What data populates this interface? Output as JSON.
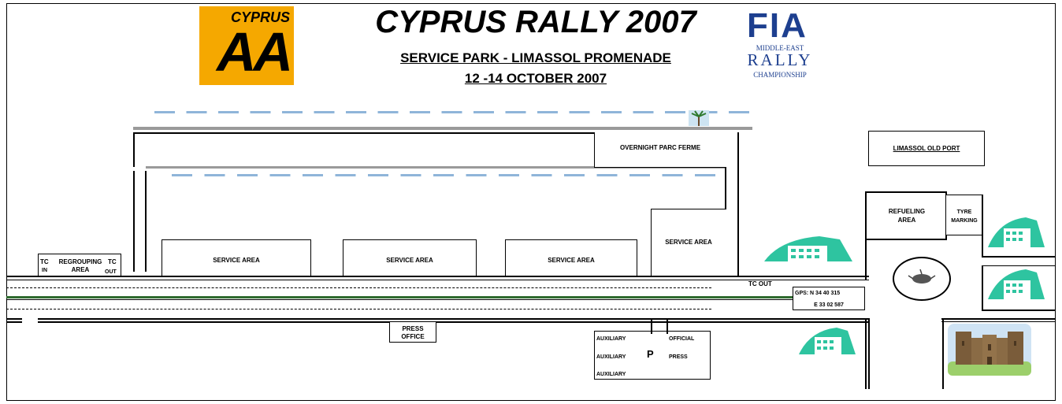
{
  "header": {
    "title": "CYPRUS RALLY 2007",
    "subtitle": "SERVICE PARK - LIMASSOL PROMENADE",
    "dates": "12 -14 OCTOBER 2007"
  },
  "logos": {
    "cyprus_aa": {
      "text_top": "CYPRUS",
      "text_big": "AA",
      "bg": "#f5a800"
    },
    "fia": {
      "text_fia": "FIA",
      "text_region": "MIDDLE-EAST",
      "text_rally": "RALLY",
      "text_champ": "CHAMPIONSHIP",
      "color": "#1d3f8f"
    }
  },
  "areas": {
    "overnight_parc_ferme": "OVERNIGHT PARC FERME",
    "limassol_old_port": "LIMASSOL OLD PORT",
    "refueling": "REFUELING AREA",
    "tyre_marking": "TYRE MARKING",
    "service_1": "SERVICE AREA",
    "service_2": "SERVICE AREA",
    "service_3": "SERVICE AREA",
    "service_4": "SERVICE AREA",
    "tc_in_a": "TC",
    "tc_in_b": "IN",
    "regrouping_a": "REGROUPING",
    "regrouping_b": "AREA",
    "tc_out_a": "TC",
    "tc_out_b": "OUT",
    "tc_out_main": "TC OUT",
    "gps_line1": "GPS: N 34 40 315",
    "gps_line2": "E 33 02 587",
    "press_office_a": "PRESS",
    "press_office_b": "OFFICE",
    "auxiliary_1": "AUXILIARY",
    "auxiliary_2": "AUXILIARY",
    "auxiliary_3": "AUXILIARY",
    "parking_p": "P",
    "official": "OFFICIAL",
    "press": "PRESS"
  },
  "colors": {
    "building": "#2ec4a0",
    "road": "#000000",
    "median": "#2f6b2f",
    "promenade": "#9a9a9a",
    "parking_bay": "#8fb5d9"
  }
}
